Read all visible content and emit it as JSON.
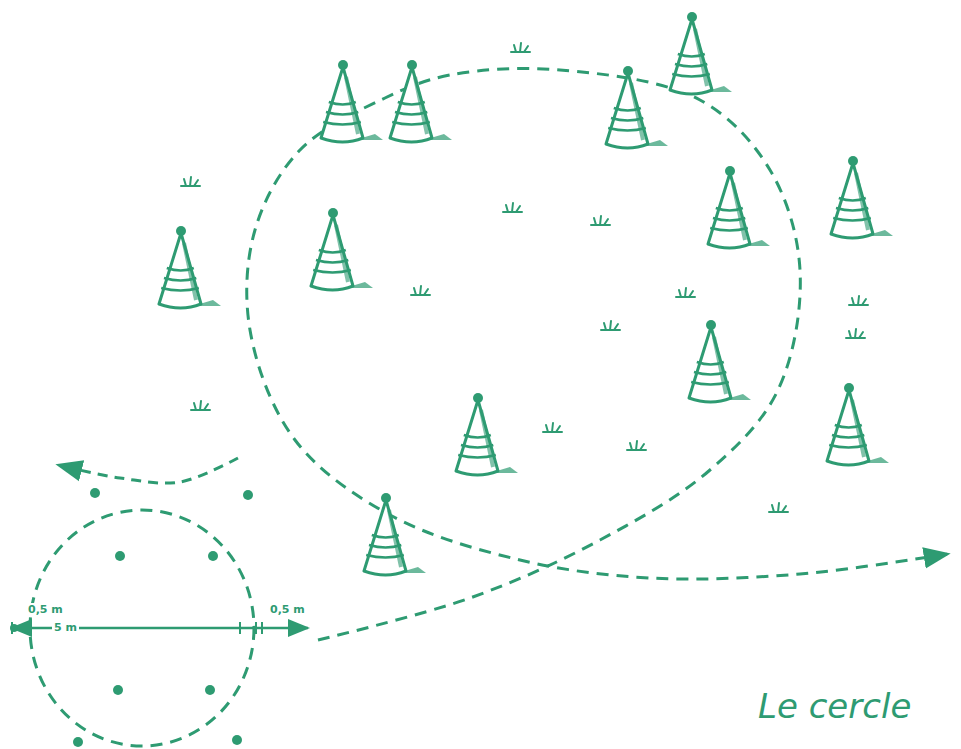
{
  "diagram": {
    "caption": "Le cercle",
    "labels": [
      "0,5 m",
      "5 m",
      "0,5 m"
    ]
  }
}
